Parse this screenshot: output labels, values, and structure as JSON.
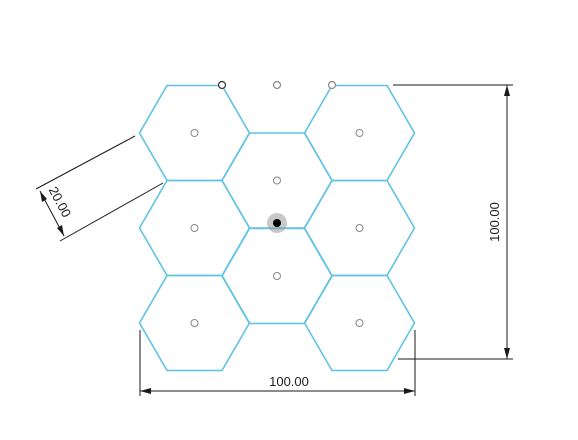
{
  "sketch": {
    "hexagons": [
      {
        "id": "top-left"
      },
      {
        "id": "top-right"
      },
      {
        "id": "upper-center"
      },
      {
        "id": "middle-left"
      },
      {
        "id": "middle-right"
      },
      {
        "id": "lower-center"
      },
      {
        "id": "bottom-left"
      },
      {
        "id": "bottom-right"
      }
    ],
    "dimensions": {
      "width_label": "100.00",
      "height_label": "100.00",
      "hex_size_label": "20.00"
    },
    "colors": {
      "profile_line": "#5ec3e3",
      "dimension_line": "#1a1a1a",
      "point_fill": "#ffffff",
      "point_stroke": "#888888",
      "origin_point": "#000000",
      "origin_halo": "#9a9a9a"
    }
  }
}
